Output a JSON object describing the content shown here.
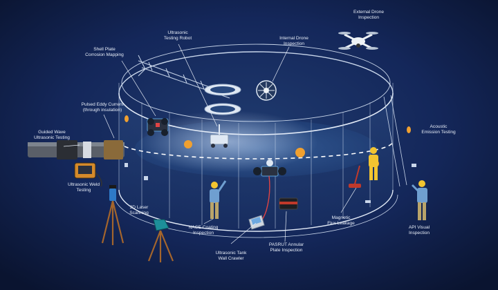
{
  "labels": {
    "external_drone": "External Drone\nInspection",
    "ut_robot": "Ultrasonic\nTesting Robot",
    "internal_drone": "Internal Drone\nInspection",
    "shell_plate": "Shell Plate\nCorrosion Mapping",
    "pulsed_eddy": "Pulsed Eddy Current\n(through insulation)",
    "guided_wave": "Guided Wave\nUltrasonic Testing",
    "ut_weld": "Ultrasonic Weld\nTesting",
    "laser": "3D Laser\nScanning",
    "nace": "NACE Coating\nInspection",
    "crawler": "Ultrasonic Tank\nWall Crawler",
    "pasrut": "PASRUT Annular\nPlate Inspection",
    "mfl": "Magnetic\nFlux Leakage",
    "api_visual": "API Visual\nInspection",
    "acoustic": "Acoustic\nEmission Testing"
  },
  "colors": {
    "background": "#0b1530",
    "wireframe": "#c9d6ea",
    "sensor_orange": "#f0a030",
    "hardhat_yellow": "#f2c430",
    "shirt_blue": "#6f9fd0",
    "pants_khaki": "#b9a46a",
    "tripod_wood": "#a4652c",
    "drone_white": "#eef2f6",
    "pipe_jacket": "#5a5f68"
  },
  "icons": [
    "external-drone-icon",
    "internal-drone-icon",
    "ut-robot-icon",
    "crawler-icon",
    "laser-scanner-icon",
    "ut-weld-device-icon",
    "pasrut-device-icon",
    "laptop-icon",
    "worker-icon"
  ]
}
